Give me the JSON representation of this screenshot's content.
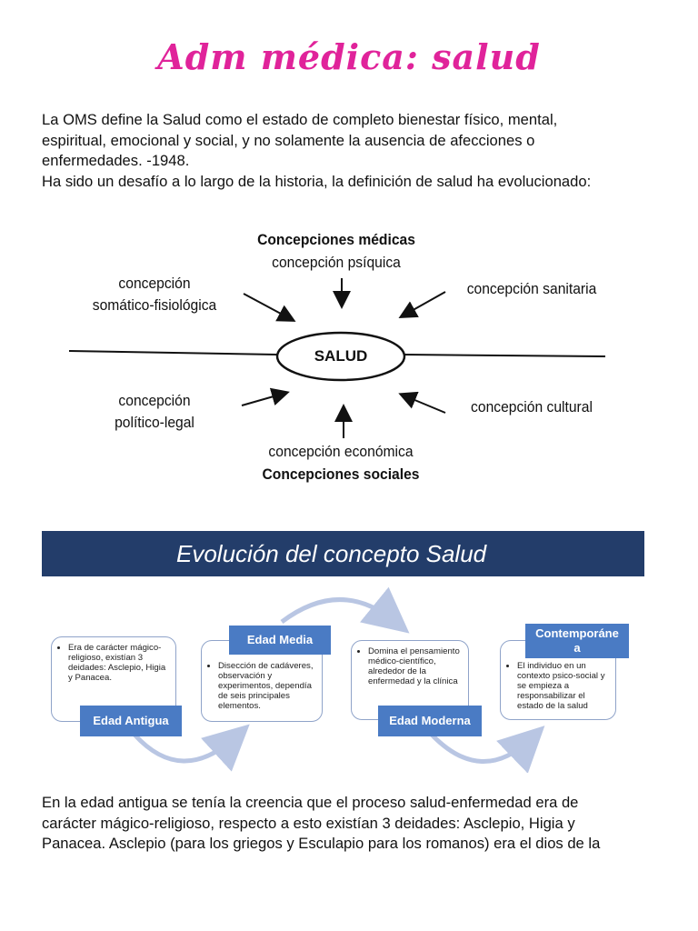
{
  "title": "Adm médica: salud",
  "intro": {
    "line1": "La OMS define la Salud como el estado de completo bienestar físico, mental,",
    "line2": "espiritual, emocional y social, y no solamente la ausencia de afecciones o",
    "line3": "enfermedades. -1948.",
    "line4": "Ha sido un desafío a lo largo de la historia, la definición de salud ha evolucionado:"
  },
  "diagram": {
    "center": "SALUD",
    "top_bold": "Concepciones médicas",
    "top": "concepción psíquica",
    "left_top_1": "concepción",
    "left_top_2": "somático-fisiológica",
    "right_top": "concepción sanitaria",
    "left_bottom_1": "concepción",
    "left_bottom_2": "político-legal",
    "right_bottom": "concepción cultural",
    "bottom": "concepción económica",
    "bottom_bold": "Concepciones sociales"
  },
  "banner": "Evolución del concepto Salud",
  "timeline": {
    "eras": [
      {
        "label": "Edad Antigua",
        "text": "Era de carácter mágico-religioso, existían 3 deidades: Asclepio, Higia y Panacea."
      },
      {
        "label": "Edad Media",
        "text": "Disección de cadáveres, observación y experimentos, dependía de seis principales elementos."
      },
      {
        "label": "Edad Moderna",
        "text": "Domina el pensamiento médico-científico, alrededor de la enfermedad y la clínica"
      },
      {
        "label_1": "Contemporáne",
        "label_2": "a",
        "text": "El individuo en un contexto psico-social y se empieza a responsabilizar el estado de la salud"
      }
    ],
    "colors": {
      "label": "#4a7bc4",
      "arc": "#b9c6e3",
      "border": "#8fa3c9",
      "banner": "#233d6a"
    }
  },
  "outro": {
    "line1": "En la edad antigua se tenía la creencia que el proceso salud-enfermedad era de",
    "line2": "carácter mágico-religioso, respecto a esto existían 3 deidades: Asclepio, Higia y",
    "line3": "Panacea. Asclepio (para los griegos y Esculapio para los romanos) era el dios de la"
  },
  "colors": {
    "title": "#e0239a"
  }
}
